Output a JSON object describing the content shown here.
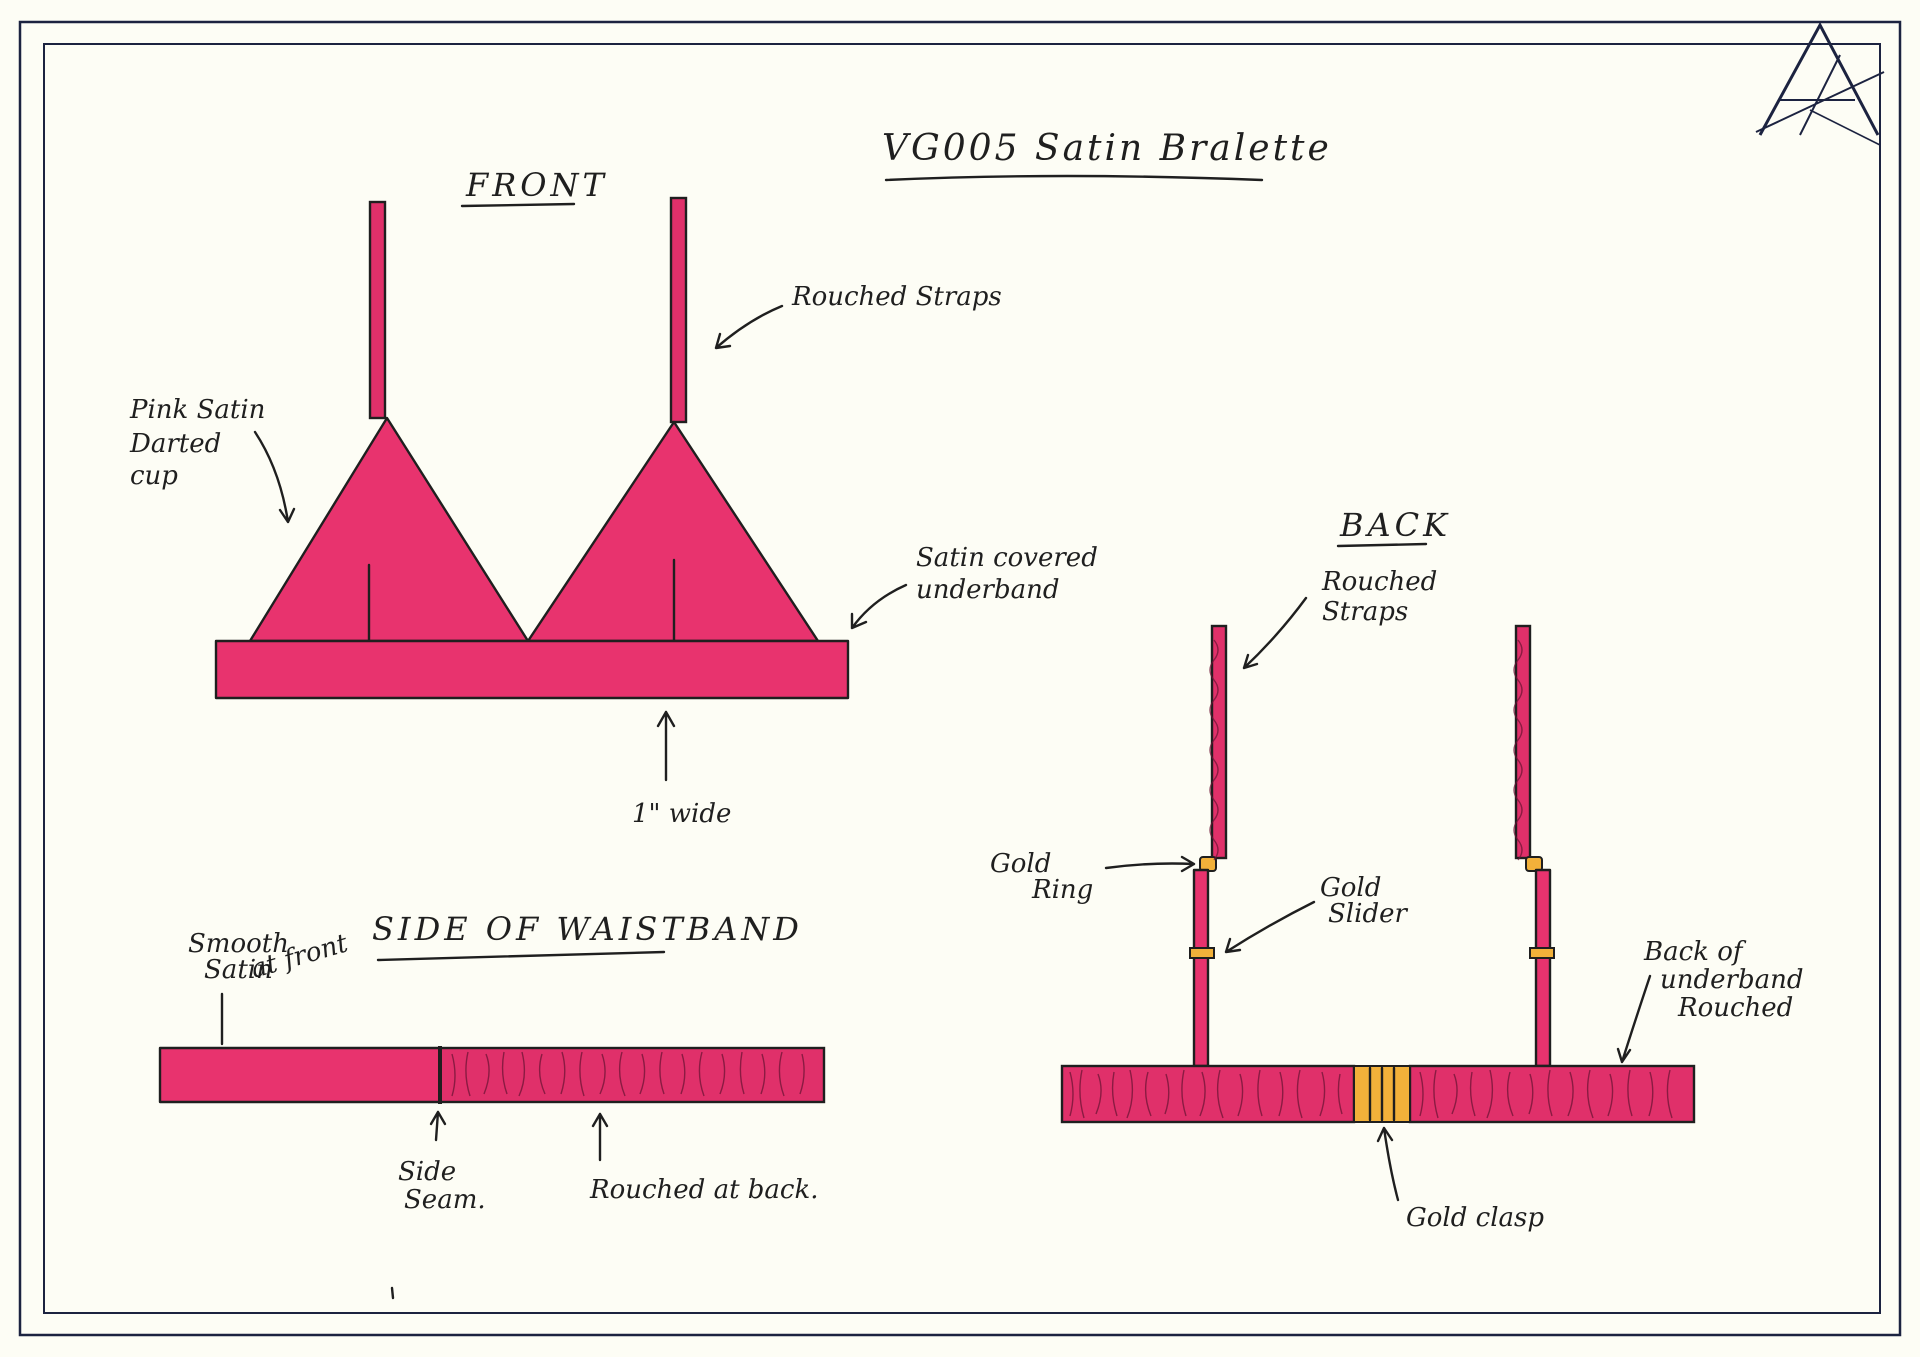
{
  "title": "VG005 Satin Bralette",
  "views": {
    "front": "FRONT",
    "back": "BACK",
    "waistband": "SIDE OF WAISTBAND"
  },
  "front_labels": {
    "straps": "Rouched Straps",
    "cup_line1": "Pink Satin",
    "cup_line2": "Darted",
    "cup_line3": "cup",
    "underband_line1": "Satin covered",
    "underband_line2": "underband",
    "width": "1\" wide"
  },
  "back_labels": {
    "straps_line1": "Rouched",
    "straps_line2": "Straps",
    "ring_line1": "Gold",
    "ring_line2": "Ring",
    "slider_line1": "Gold",
    "slider_line2": "Slider",
    "underband_line1": "Back of",
    "underband_line2": "underband",
    "underband_line3": "Rouched",
    "clasp": "Gold clasp"
  },
  "waistband_labels": {
    "front_line1": "Smooth",
    "front_line2": "Satin",
    "front_line3": "at front",
    "seam_line1": "Side",
    "seam_line2": "Seam.",
    "back": "Rouched at back."
  },
  "colors": {
    "fabric": "#e8336e",
    "gold": "#f2b13a",
    "ink": "#1f1f1f",
    "frame": "#1c2340",
    "paper": "#fdfdf5"
  },
  "logo_letters": "AA"
}
